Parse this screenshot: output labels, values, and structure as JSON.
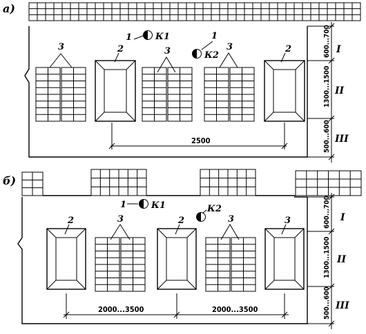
{
  "panels": [
    {
      "label": "а)",
      "callouts": [
        {
          "num": "1",
          "code": "К1"
        },
        {
          "num": "1",
          "code": "К2"
        }
      ],
      "item_numbers": {
        "press": "2",
        "rack": "3"
      },
      "dimension": "2500",
      "zones": [
        {
          "roman": "I",
          "size": "600...700"
        },
        {
          "roman": "II",
          "size": "1300...1500"
        },
        {
          "roman": "III",
          "size": "500...600"
        }
      ]
    },
    {
      "label": "б)",
      "callouts": [
        {
          "num": "1",
          "code": "К1"
        },
        {
          "num": "",
          "code": "К2"
        }
      ],
      "item_numbers": {
        "press": "2",
        "rack": "3"
      },
      "dimensions": [
        "2000...3500",
        "2000...3500"
      ],
      "zones": [
        {
          "roman": "I",
          "size": "600...700"
        },
        {
          "roman": "II",
          "size": "1300...1500"
        },
        {
          "roman": "III",
          "size": "500...600"
        }
      ]
    }
  ]
}
